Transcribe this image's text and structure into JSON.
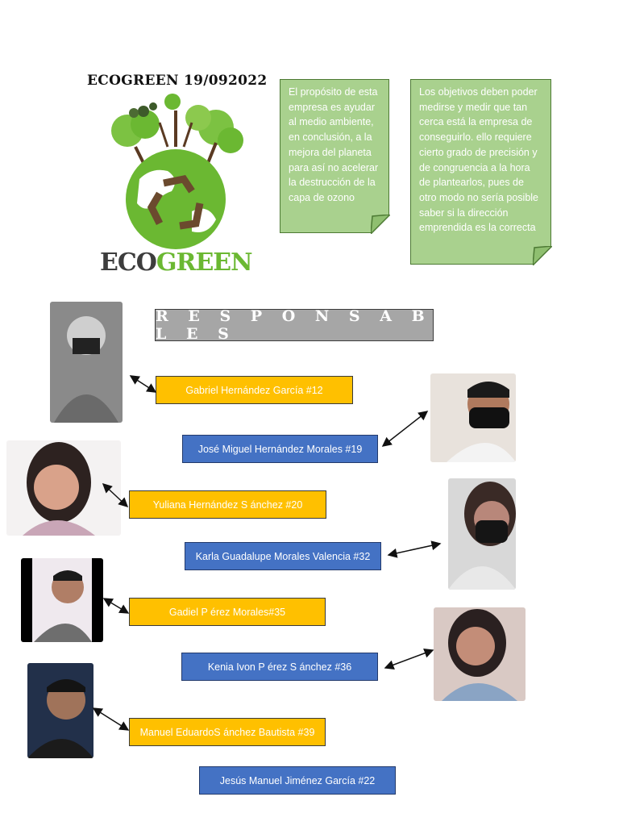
{
  "header": {
    "title": "ECOGREEN 19/092022",
    "logo_text_eco": "ECO",
    "logo_text_green": "GREEN"
  },
  "notes": [
    {
      "text": "El propósito de esta empresa es ayudar al medio ambiente, en conclusión, a la mejora del planeta para así no acelerar la destrucción de la capa de ozono"
    },
    {
      "text": "Los objetivos deben poder medirse y medir que tan cerca está la empresa de conseguirlo. ello requiere cierto grado de precisión y de congruencia a la hora de plantearlos, pues de otro modo no sería posible saber si la dirección emprendida es la correcta"
    }
  ],
  "section_title": "R E S P O N S A B L E S",
  "responsables": [
    {
      "name": "Gabriel Hernández García #12",
      "color": "gold"
    },
    {
      "name": "José Miguel Hernández Morales #19",
      "color": "blue"
    },
    {
      "name": "Yuliana Hernández S ánchez #20",
      "color": "gold"
    },
    {
      "name": "Karla Guadalupe Morales Valencia #32",
      "color": "blue"
    },
    {
      "name": "Gadiel P érez Morales#35",
      "color": "gold"
    },
    {
      "name": "Kenia Ivon P érez S ánchez #36",
      "color": "blue"
    },
    {
      "name": "Manuel EduardoS ánchez Bautista #39",
      "color": "gold"
    },
    {
      "name": "Jesús Manuel Jiménez García #22",
      "color": "blue"
    }
  ],
  "colors": {
    "note_green": "#a9d18e",
    "gold": "#ffc000",
    "blue": "#4472c4",
    "section_gray": "#a6a6a6"
  }
}
